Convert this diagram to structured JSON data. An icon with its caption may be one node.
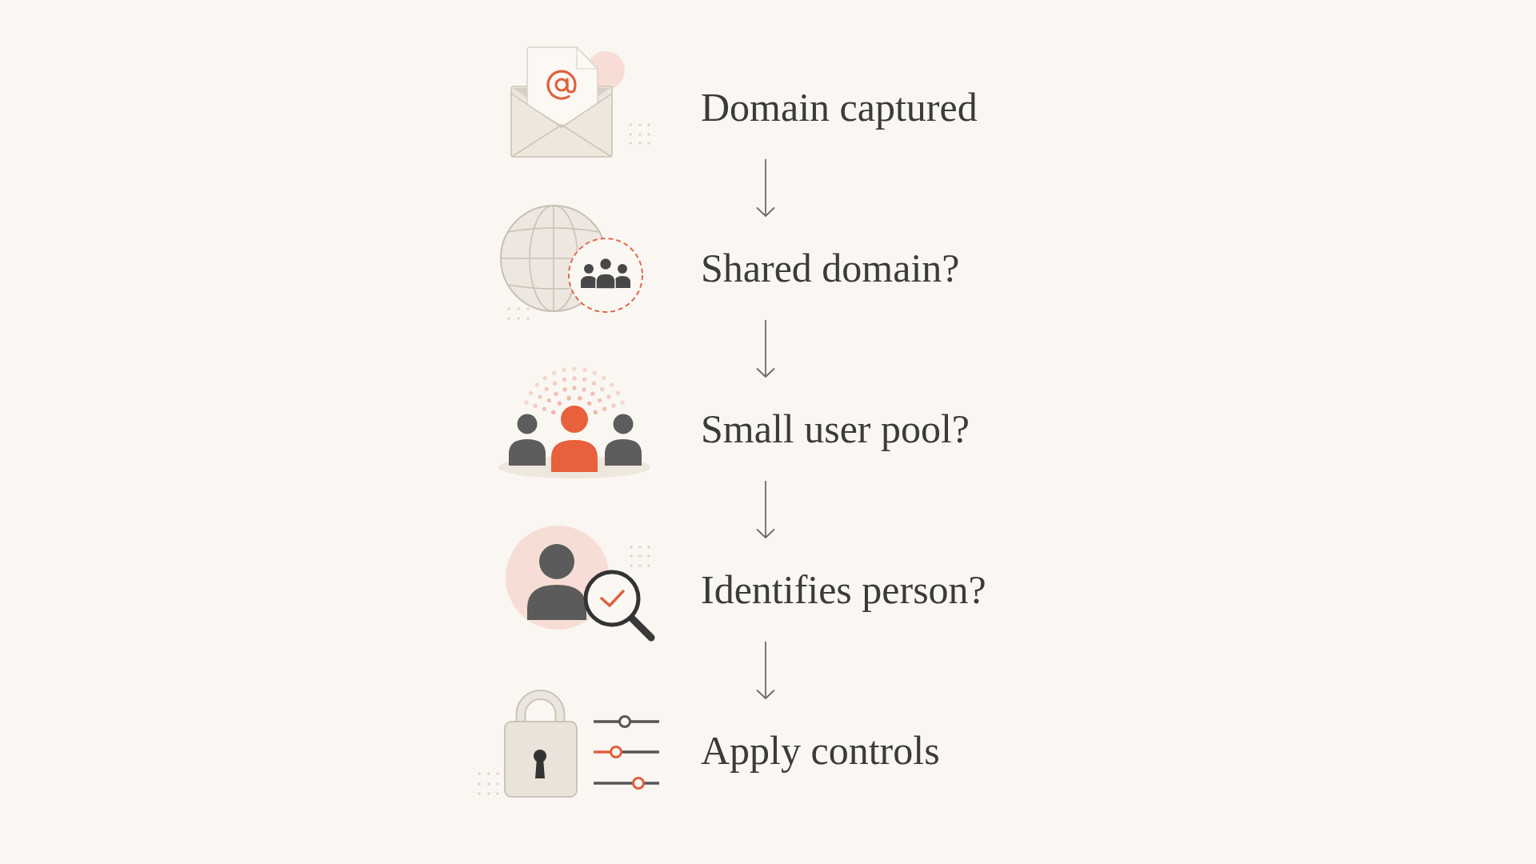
{
  "diagram": {
    "nodes": [
      {
        "text": [
          "Domain captured"
        ]
      },
      {
        "text": [
          "Shared domain?"
        ]
      },
      {
        "text": [
          "Small user pool?"
        ]
      },
      {
        "text": [
          "Identifies person?"
        ]
      },
      {
        "text": [
          "Apply controls"
        ]
      }
    ],
    "edges": [
      {
        "from": 0,
        "to": 1,
        "arrow": "to"
      },
      {
        "from": 1,
        "to": 2,
        "arrow": "to"
      },
      {
        "from": 2,
        "to": 3,
        "arrow": "to"
      },
      {
        "from": 3,
        "to": 4,
        "arrow": "to"
      }
    ]
  }
}
